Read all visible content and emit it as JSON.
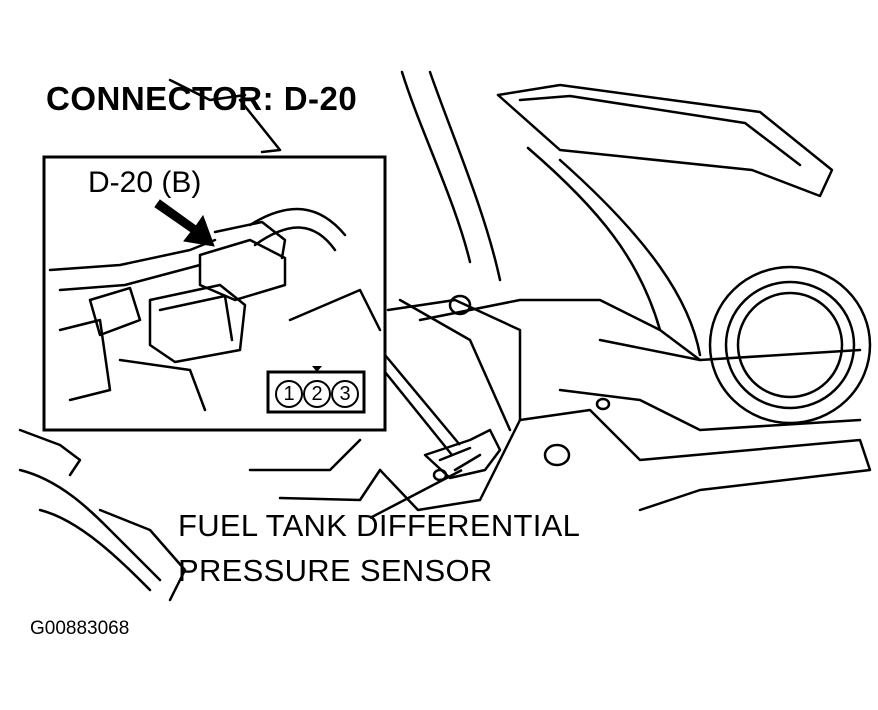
{
  "title": "CONNECTOR: D-20",
  "connector_label": "D-20 (B)",
  "connector_pins": [
    "1",
    "2",
    "3"
  ],
  "component_label_line1": "FUEL TANK DIFFERENTIAL",
  "component_label_line2": "PRESSURE SENSOR",
  "figure_id": "G00883068"
}
